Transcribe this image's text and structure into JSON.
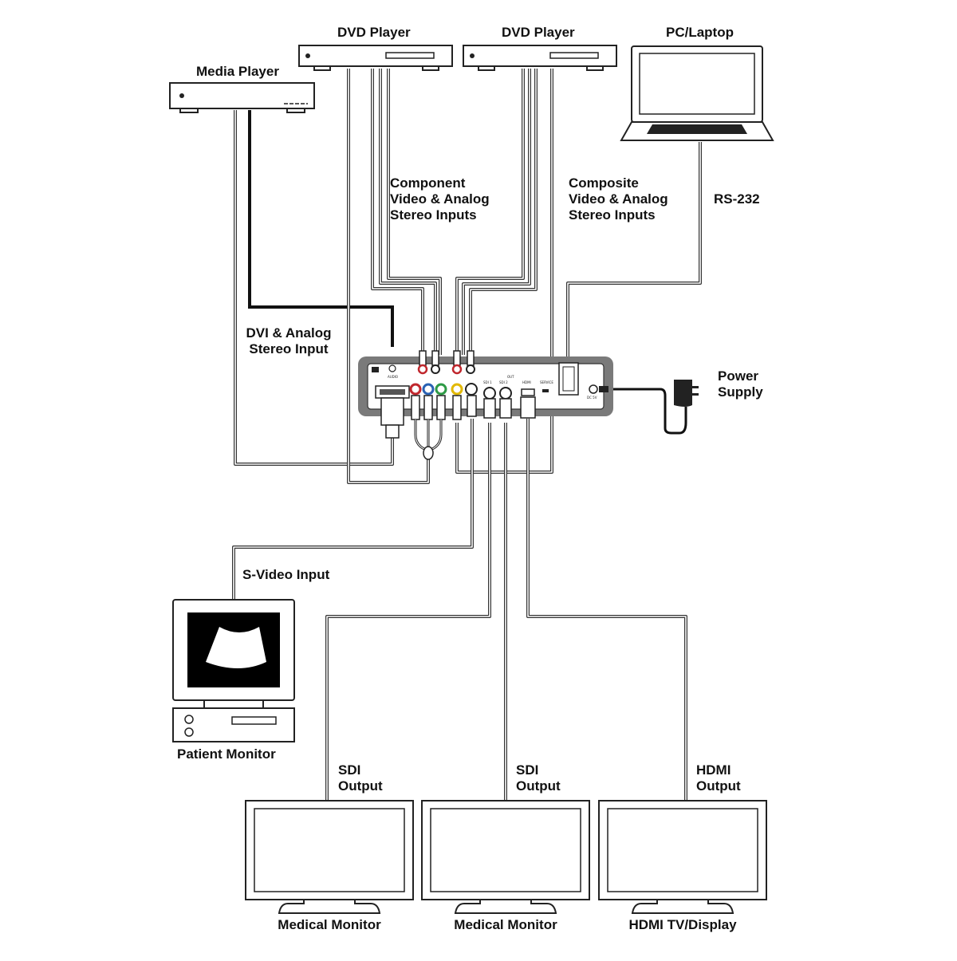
{
  "devices": {
    "media_player": "Media Player",
    "dvd_player_1": "DVD Player",
    "dvd_player_2": "DVD Player",
    "pc_laptop": "PC/Laptop",
    "power_supply": [
      "Power",
      "Supply"
    ],
    "patient_monitor": "Patient Monitor",
    "medical_monitor_1": "Medical Monitor",
    "medical_monitor_2": "Medical Monitor",
    "hdmi_display": "HDMI TV/Display"
  },
  "connections": {
    "component_inputs": [
      "Component",
      "Video & Analog",
      "Stereo Inputs"
    ],
    "composite_inputs": [
      "Composite",
      "Video & Analog",
      "Stereo Inputs"
    ],
    "rs232": "RS-232",
    "dvi_input": [
      "DVI & Analog",
      "Stereo Input"
    ],
    "svideo_input": "S-Video Input",
    "sdi_output_1": [
      "SDI",
      "Output"
    ],
    "sdi_output_2": [
      "SDI",
      "Output"
    ],
    "hdmi_output": [
      "HDMI",
      "Output"
    ]
  },
  "panel": {
    "audio": "AUDIO",
    "out": "OUT",
    "sdi1": "SDI 1",
    "sdi2": "SDI 2",
    "hdmi": "HDMI",
    "service": "SERVICE",
    "dc": "DC 5V"
  },
  "colors": {
    "outline": "#222222",
    "cable": "#333333",
    "unit_body": "#7a7a7a",
    "screen": "#000000"
  }
}
